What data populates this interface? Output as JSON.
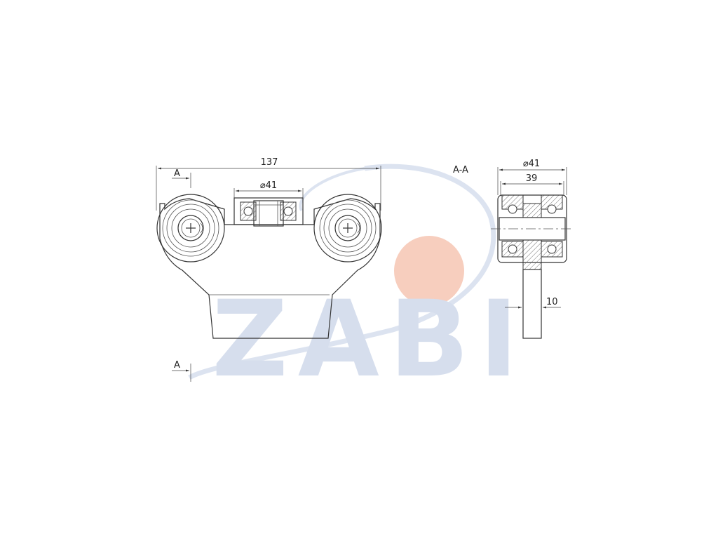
{
  "watermark": {
    "brand_text": "ZABI",
    "text_color": "#d2dbec",
    "ring_color": "#d9e1ef",
    "dot_color": "#f7c9b8"
  },
  "dimensions": {
    "overall_width": "137",
    "roller_diameter_front": "⌀41",
    "roller_diameter_side": "⌀41",
    "side_width": "39",
    "plate_thickness": "10"
  },
  "section": {
    "marker_top": "A",
    "marker_bottom": "A",
    "view_title": "A-A"
  },
  "colors": {
    "line": "#333333",
    "hatch": "#666666"
  }
}
